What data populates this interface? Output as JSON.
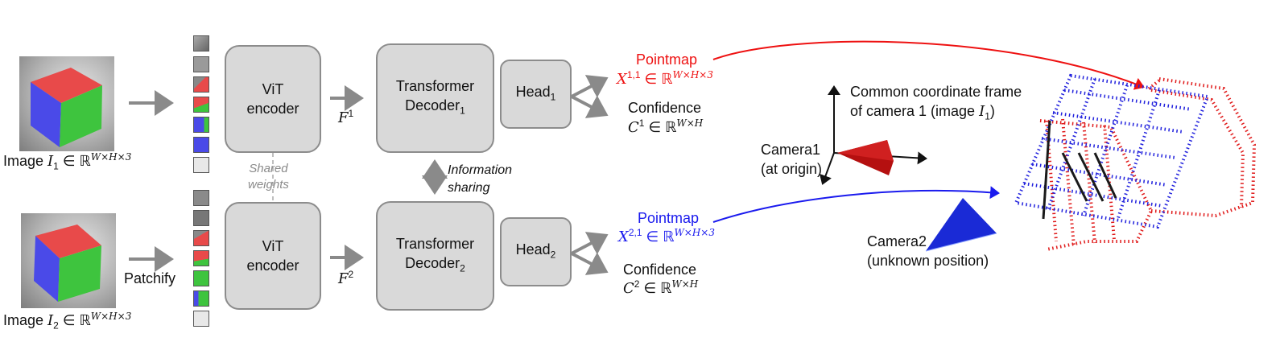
{
  "inputs": {
    "image1_label": "Image I₁ ∈ ℝ^{W×H×3}",
    "image1_prefix": "Image",
    "image1_var": "I",
    "image1_sub": "1",
    "image1_set": " ∈ ℝ",
    "image1_sup": "W×H×3",
    "image2_prefix": "Image",
    "image2_var": "I",
    "image2_sub": "2",
    "image2_set": " ∈ ℝ",
    "image2_sup": "W×H×3",
    "patchify_label": "Patchify"
  },
  "encoders": {
    "top_line1": "ViT",
    "top_line2": "encoder",
    "bottom_line1": "ViT",
    "bottom_line2": "encoder",
    "shared_line1": "Shared",
    "shared_line2": "weights",
    "feature1_var": "F",
    "feature1_sup": "1",
    "feature2_var": "F",
    "feature2_sup": "2"
  },
  "decoders": {
    "top_line1": "Transformer",
    "top_line2": "Decoder",
    "top_sub": "1",
    "bottom_line1": "Transformer",
    "bottom_line2": "Decoder",
    "bottom_sub": "2",
    "info_line1": "Information",
    "info_line2": "sharing"
  },
  "heads": {
    "top": "Head",
    "top_sub": "1",
    "bottom": "Head",
    "bottom_sub": "2"
  },
  "outputs": {
    "pointmap1_title": "Pointmap",
    "pointmap1_var": "X",
    "pointmap1_sup": "1,1",
    "pointmap1_set": " ∈ ℝ",
    "pointmap1_dim": "W×H×3",
    "confidence1_title": "Confidence",
    "confidence1_var": "C",
    "confidence1_sup": "1",
    "confidence1_set": " ∈ ℝ",
    "confidence1_dim": "W×H",
    "pointmap2_title": "Pointmap",
    "pointmap2_var": "X",
    "pointmap2_sup": "2,1",
    "pointmap2_set": " ∈ ℝ",
    "pointmap2_dim": "W×H×3",
    "confidence2_title": "Confidence",
    "confidence2_var": "C",
    "confidence2_sup": "2",
    "confidence2_set": " ∈ ℝ",
    "confidence2_dim": "W×H"
  },
  "scene": {
    "frame_line1": "Common coordinate frame",
    "frame_line2": "of camera 1 (image ",
    "frame_var": "I",
    "frame_sub": "1",
    "frame_close": ")",
    "camera1_line1": "Camera1",
    "camera1_line2": "(at origin)",
    "camera2_line1": "Camera2",
    "camera2_line2": "(unknown position)"
  },
  "colors": {
    "red": "#ee1111",
    "blue": "#1a1aee",
    "box_fill": "#d9d9d9",
    "box_border": "#8c8c8c",
    "arrow_gray": "#8a8a8a",
    "cube_red": "#e84a4a",
    "cube_green": "#3ec43e",
    "cube_blue": "#4a4ae8",
    "camera1": "#b51010",
    "camera2": "#1a2ad6"
  }
}
